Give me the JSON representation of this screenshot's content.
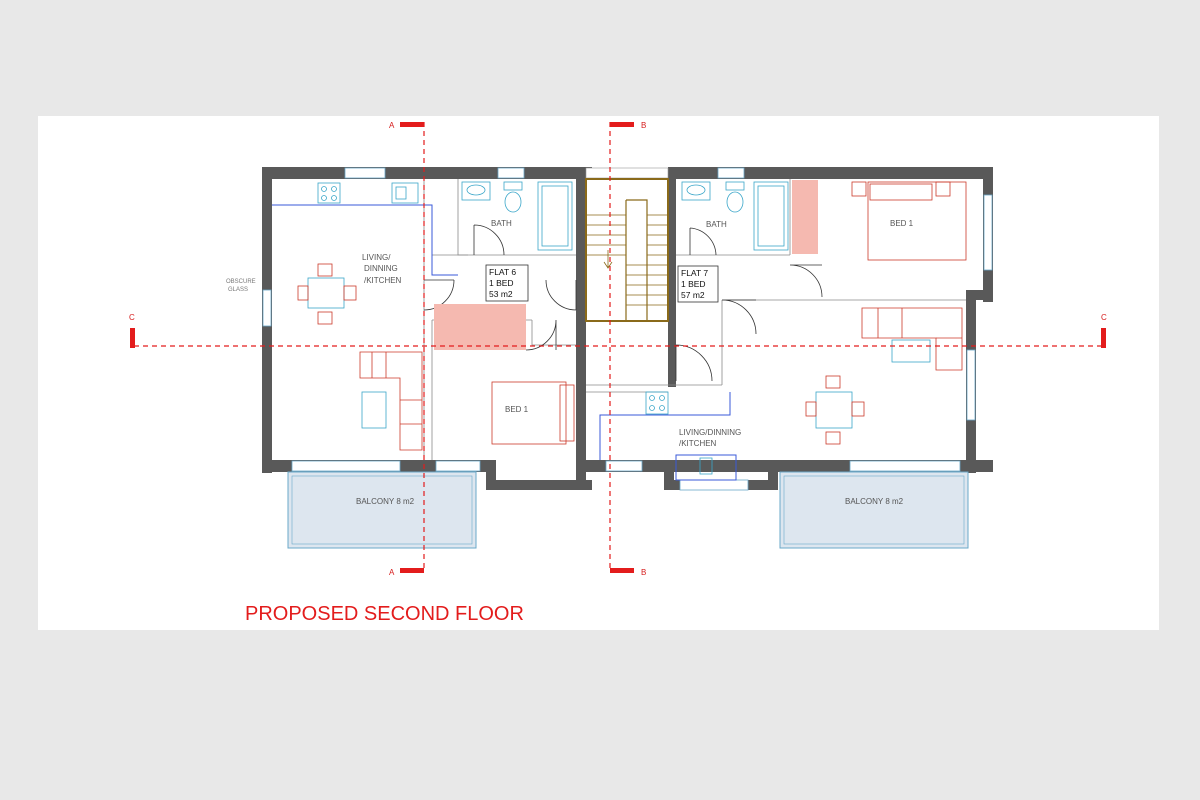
{
  "drawing": {
    "title": "PROPOSED SECOND FLOOR",
    "flat6": {
      "name": "FLAT 6",
      "beds": "1 BED",
      "area": "53 m2"
    },
    "flat7": {
      "name": "FLAT 7",
      "beds": "1 BED",
      "area": "57  m2"
    },
    "rooms": {
      "living_left_1": "LIVING/",
      "living_left_2": "DINNING",
      "living_left_3": "/KITCHEN",
      "bath_left": "BATH",
      "bed_left": "BED 1",
      "bath_right": "BATH",
      "bed_right": "BED 1",
      "living_right_1": "LIVING/DINNING",
      "living_right_2": "/KITCHEN",
      "balcony_left": "BALCONY 8 m2",
      "balcony_right": "BALCONY 8 m2"
    },
    "notes": {
      "obscure_1": "OBSCURE",
      "obscure_2": "GLASS"
    },
    "sections": {
      "a": "A",
      "b": "B",
      "c": "C"
    },
    "colors": {
      "section_red": "#e31c1c",
      "wall": "#595959",
      "furniture": "#cc3a2a",
      "kitchen": "#3a5ad8",
      "sanitary": "#3aa6c9"
    }
  }
}
